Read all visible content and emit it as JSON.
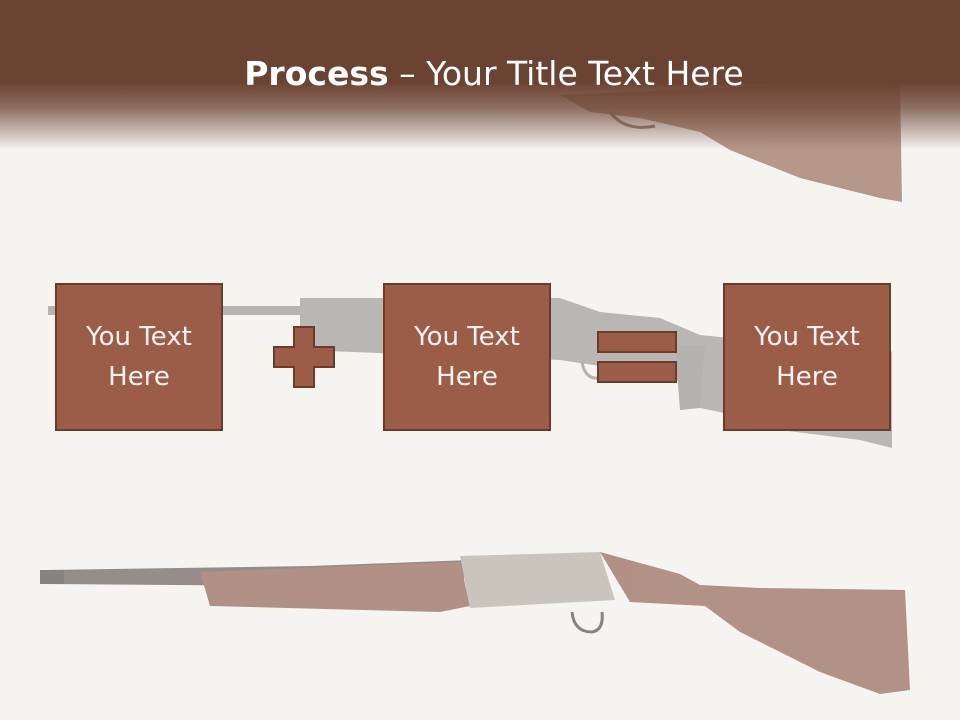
{
  "slide": {
    "title_bold": "Process",
    "title_dash": " – ",
    "title_rest": "Your Title Text Here"
  },
  "boxes": [
    {
      "label": "You Text Here"
    },
    {
      "label": "You Text Here"
    },
    {
      "label": "You Text Here"
    }
  ],
  "operators": [
    "plus-icon",
    "equals-icon"
  ],
  "background_image": "rifle-illustrations",
  "colors": {
    "header": "#6b4333",
    "box_fill": "#9b5c48",
    "box_border": "#6e3a2a",
    "text_light": "#ffffff",
    "background": "#f6f4f1"
  }
}
